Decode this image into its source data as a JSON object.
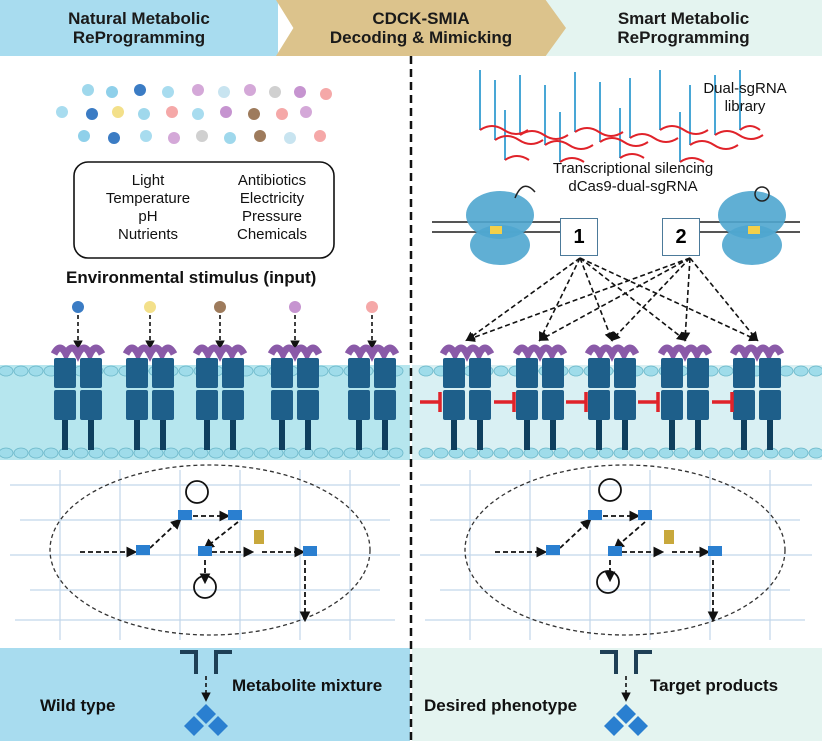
{
  "banners": {
    "left": "Natural Metabolic\nReProgramming",
    "middle": "CDCK-SMIA\nDecoding & Mimicking",
    "right": "Smart Metabolic\nReProgramming"
  },
  "stimulus_box": {
    "left_items": [
      "Light",
      "Temperature",
      "pH",
      "Nutrients"
    ],
    "right_items": [
      "Antibiotics",
      "Electricity",
      "Pressure",
      "Chemicals"
    ]
  },
  "environmental_label": "Environmental stimulus (input)",
  "library_label": "Dual-sgRNA\nlibrary",
  "silencing_label": "Transcriptional silencing\ndCas9-dual-sgRNA",
  "guide_numbers": [
    "1",
    "2"
  ],
  "bottom_left": {
    "phenotype": "Wild type",
    "products": "Metabolite mixture"
  },
  "bottom_right": {
    "phenotype": "Desired phenotype",
    "products": "Target products"
  },
  "colors": {
    "membrane": "#b6e6ee",
    "receptor": "#1e5f8a",
    "receptor_cap": "#8a5aa8",
    "inhibitor": "#e0232a",
    "sgrna_stem": "#49a7d6",
    "sgrna_loop": "#e0232a",
    "product": "#2a7fd0"
  }
}
